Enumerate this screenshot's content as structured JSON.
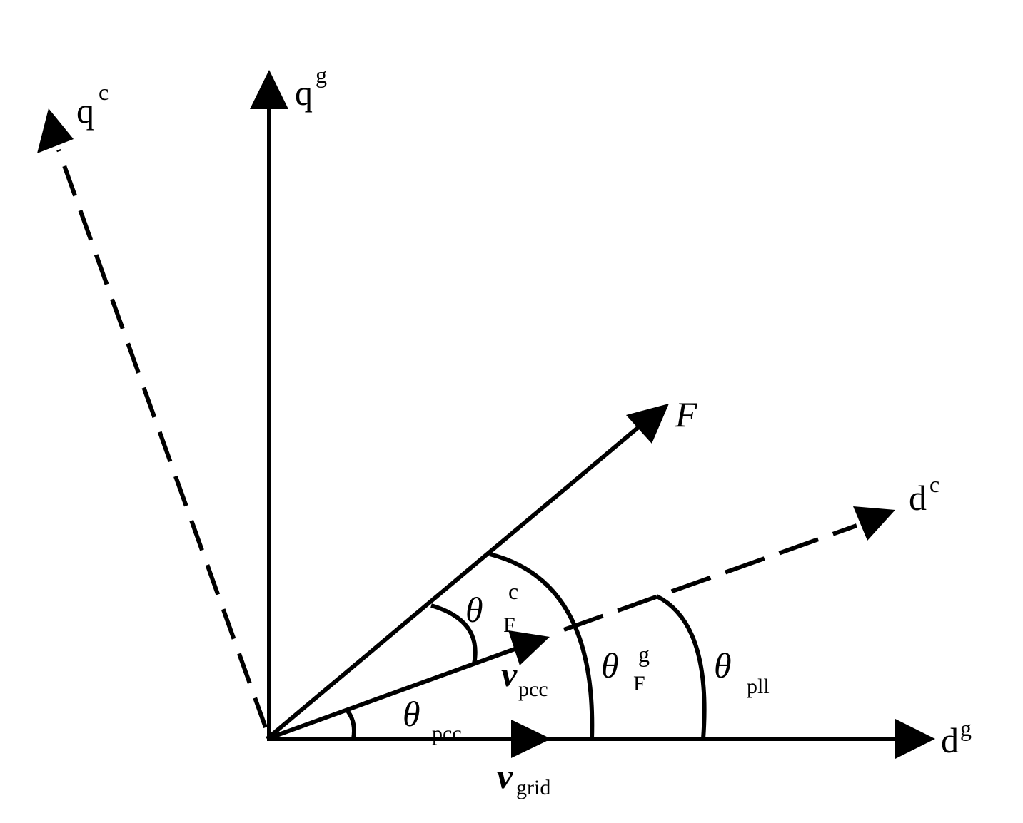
{
  "axes": {
    "dg": {
      "base": "d",
      "sup": "g"
    },
    "qg": {
      "base": "q",
      "sup": "g"
    },
    "dc": {
      "base": "d",
      "sup": "c"
    },
    "qc": {
      "base": "q",
      "sup": "c"
    }
  },
  "vectors": {
    "F": {
      "label": "F"
    },
    "vpcc": {
      "base": "v",
      "sub": "pcc"
    },
    "vgrid": {
      "base": "v",
      "sub": "grid"
    }
  },
  "angles": {
    "theta_pcc": {
      "symbol": "θ",
      "sub": "pcc"
    },
    "theta_F_c": {
      "symbol": "θ",
      "sup": "c",
      "sub": "F"
    },
    "theta_F_g": {
      "symbol": "θ",
      "sup": "g",
      "sub": "F"
    },
    "theta_pll": {
      "symbol": "θ",
      "sub": "pll"
    }
  },
  "colors": {
    "stroke": "#000000",
    "background": "#ffffff"
  }
}
